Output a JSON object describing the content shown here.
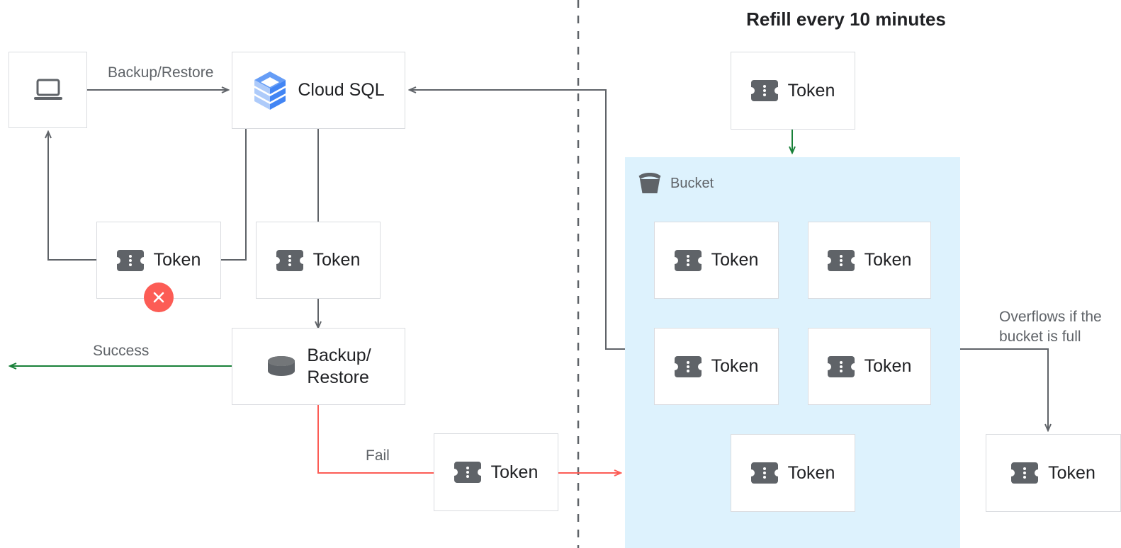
{
  "title": "Refill every 10 minutes",
  "colors": {
    "bucket_fill": "#ddf2fd",
    "box_border": "#dadce0",
    "wire": "#5f6368",
    "success_green": "#188038",
    "fail_red": "#fc5c55",
    "error_badge": "#fc5c55",
    "label_gray": "#5f6368",
    "text_dark": "#202124",
    "cloudsql_blue": "#4285f4"
  },
  "nodes": {
    "laptop": {
      "label": "",
      "icon": "laptop-icon"
    },
    "cloud_sql": {
      "label": "Cloud SQL",
      "icon": "cloud-sql-icon"
    },
    "token_left": {
      "label": "Token",
      "icon": "token-icon",
      "badge": "error-x-badge"
    },
    "token_mid": {
      "label": "Token",
      "icon": "token-icon"
    },
    "backup_restore": {
      "label": "Backup/\nRestore",
      "icon": "database-icon"
    },
    "token_fail": {
      "label": "Token",
      "icon": "token-icon"
    },
    "token_refill": {
      "label": "Token",
      "icon": "token-icon"
    },
    "token_overflow": {
      "label": "Token",
      "icon": "token-icon"
    }
  },
  "bucket": {
    "label": "Bucket",
    "icon": "bucket-icon",
    "tokens": [
      {
        "label": "Token",
        "icon": "token-icon"
      },
      {
        "label": "Token",
        "icon": "token-icon"
      },
      {
        "label": "Token",
        "icon": "token-icon"
      },
      {
        "label": "Token",
        "icon": "token-icon"
      },
      {
        "label": "Token",
        "icon": "token-icon"
      }
    ]
  },
  "edge_labels": {
    "backup_restore": "Backup/Restore",
    "success": "Success",
    "fail": "Fail",
    "overflow": "Overflows if the\nbucket is full"
  }
}
